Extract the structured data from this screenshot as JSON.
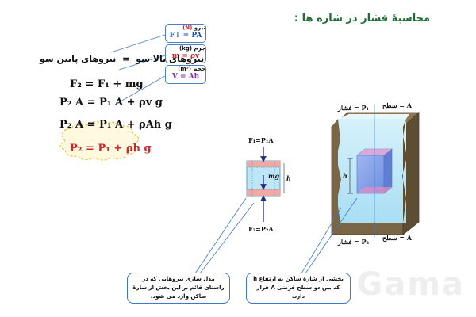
{
  "title": "محاسبهٔ فشار در شاره ها :",
  "equation_header": {
    "bottom": "نیروهای پایین سو",
    "equals": "=",
    "top": "نیروهای بالا سو"
  },
  "boxes": {
    "force": {
      "label": "نیرو",
      "unit": "(N)",
      "formula": "F↓ = PA"
    },
    "mass": {
      "label": "جرم",
      "unit": "(kg)",
      "formula": "m = ρv"
    },
    "volume": {
      "label": "حجم",
      "unit": "(m³)",
      "formula": "V = Ah"
    }
  },
  "equations": [
    "F₂ = F₁ + mg",
    "P₂ A = P₁ A + ρv g",
    "P₂ A = P₁ A + ρAh g",
    "P₂ = P₁ + ρh g"
  ],
  "block": {
    "top_force": "F₁=P₁A",
    "bottom_force": "F₂=P₂A",
    "weight": "mg",
    "height": "h"
  },
  "tank": {
    "top_pressure": "فشار = P₁",
    "top_area": "سطح = A",
    "bottom_pressure": "فشار = P₂",
    "bottom_area": "سطح = A",
    "height": "h"
  },
  "callouts": {
    "model": "مدل سازی نیروهایی که در راستای قائم بر این بخش از شارهٔ ساکن وارد می شود.",
    "section": "بخشی از شارهٔ ساکن به ارتفاع h که بین دو سطح فرضی A قرار دارد."
  },
  "logo": "Gama",
  "colors": {
    "title": "#1f6d33",
    "accent_red": "#d0262b",
    "accent_blue": "#1c4fb8",
    "water": "#bfe6f7",
    "tank_wall": "#6b5a3e"
  }
}
